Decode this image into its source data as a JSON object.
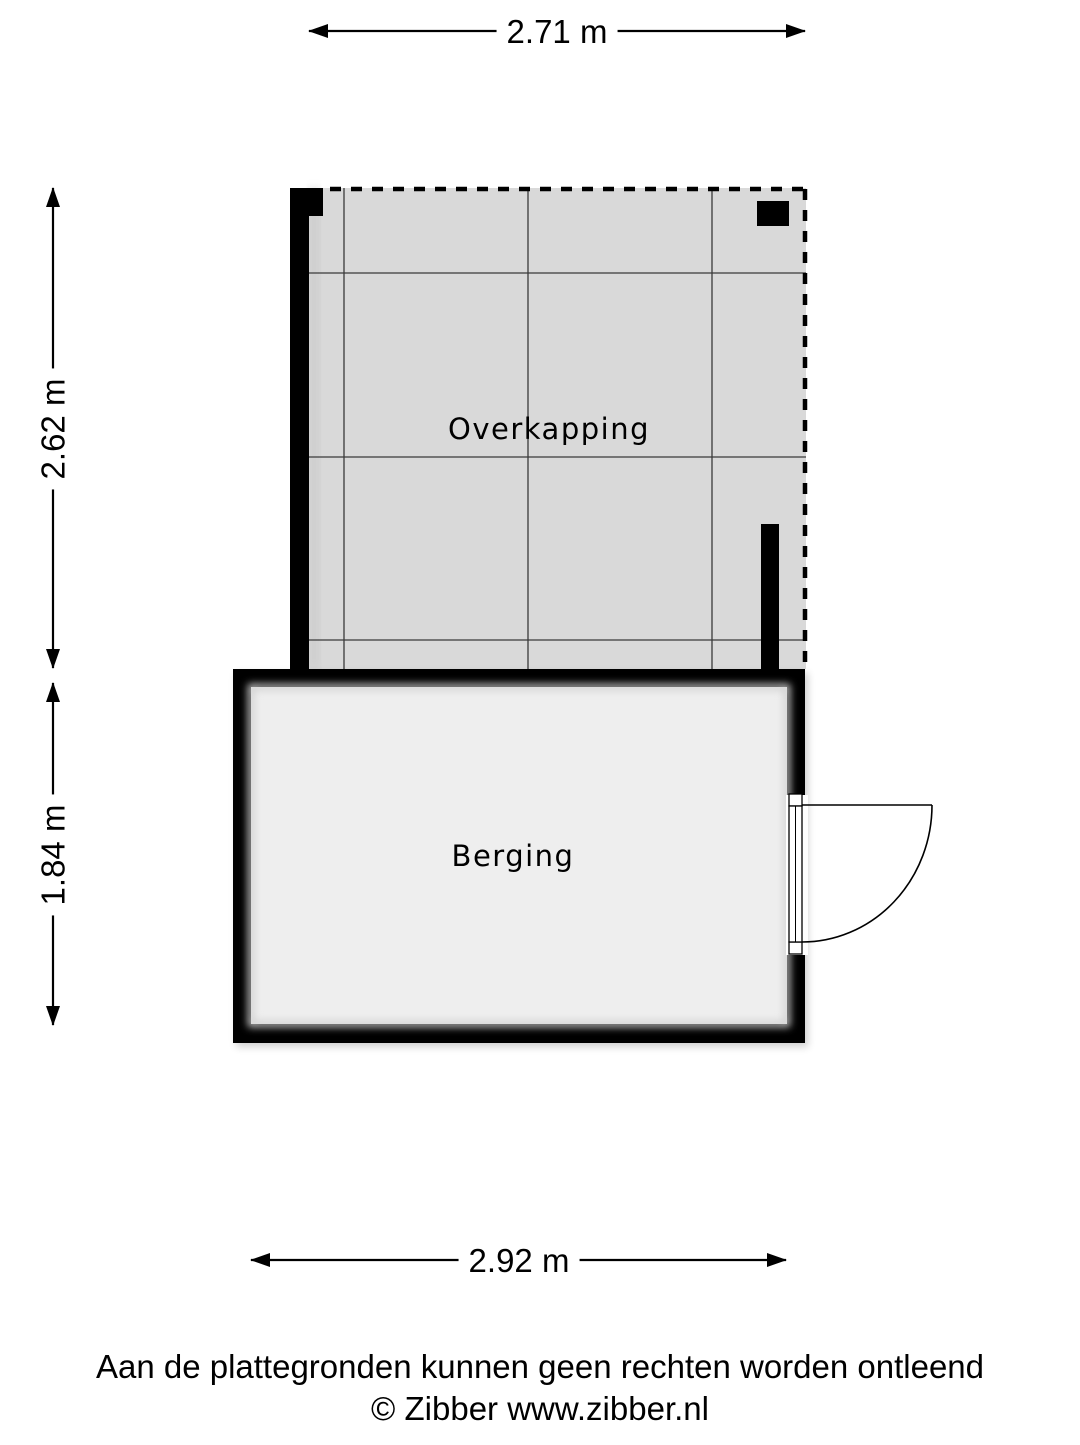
{
  "plan": {
    "rooms": [
      {
        "id": "overkapping",
        "name": "Overkapping",
        "fill": "#d9d9d9"
      },
      {
        "id": "berging",
        "name": "Berging",
        "fill": "#eeeeee"
      }
    ],
    "dimensions": {
      "top_width": "2.71 m",
      "bottom_width": "2.92 m",
      "left_upper_height": "2.62 m",
      "left_lower_height": "1.84 m"
    },
    "colors": {
      "wall": "#000000",
      "overkapping_fill": "#d9d9d9",
      "berging_fill": "#eeeeee",
      "grid_line": "#3a3a3a",
      "background": "#ffffff"
    },
    "icons": [
      "door-swing-icon",
      "dimension-arrow-icon",
      "post-icon"
    ]
  },
  "footer": {
    "disclaimer": "Aan de plattegronden kunnen geen rechten worden ontleend",
    "copyright": "© Zibber www.zibber.nl"
  }
}
